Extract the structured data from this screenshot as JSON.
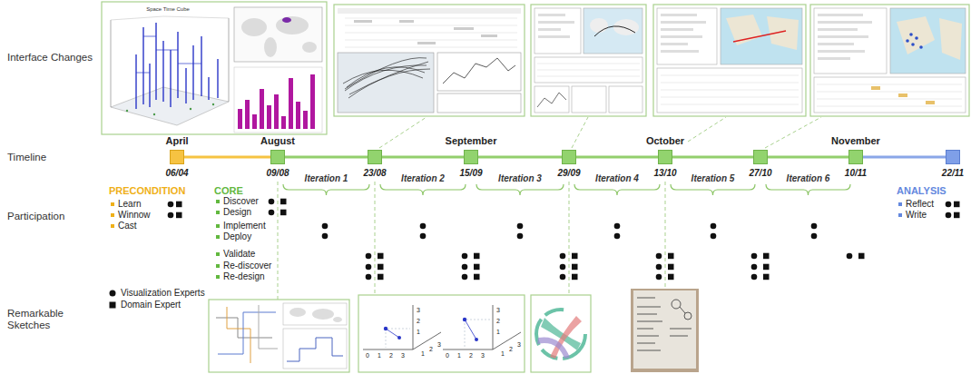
{
  "diagram": {
    "nodes": [
      {
        "text": [
          "April",
          "06/04"
        ]
      },
      {
        "text": [
          "August",
          "09/08"
        ]
      },
      {
        "text": [
          "23/08"
        ]
      },
      {
        "text": [
          "September",
          "15/09"
        ]
      },
      {
        "text": [
          "29/09"
        ]
      },
      {
        "text": [
          "October",
          "13/10"
        ]
      },
      {
        "text": [
          "27/10"
        ]
      },
      {
        "text": [
          "November",
          "10/11"
        ]
      },
      {
        "text": [
          "22/11"
        ]
      }
    ],
    "edges": [
      {
        "from": 0,
        "to": 1,
        "arrow": "none"
      },
      {
        "from": 1,
        "to": 2,
        "arrow": "none"
      },
      {
        "from": 2,
        "to": 3,
        "arrow": "none"
      },
      {
        "from": 3,
        "to": 4,
        "arrow": "none"
      },
      {
        "from": 4,
        "to": 5,
        "arrow": "none"
      },
      {
        "from": 5,
        "to": 6,
        "arrow": "none"
      },
      {
        "from": 6,
        "to": 7,
        "arrow": "none"
      },
      {
        "from": 7,
        "to": 8,
        "arrow": "none"
      }
    ],
    "labels": [
      "Interface Changes",
      "Timeline",
      "Participation",
      "Remarkable Sketches",
      "PRECONDITION",
      "Learn",
      "Winnow",
      "Cast",
      "CORE",
      "Discover",
      "Design",
      "Implement",
      "Deploy",
      "Validate",
      "Re-discover",
      "Re-design",
      "ANALYSIS",
      "Reflect",
      "Write",
      "Iteration 1",
      "Iteration 2",
      "Iteration 3",
      "Iteration 4",
      "Iteration 5",
      "Iteration 6",
      "Space Time Cube",
      "3",
      "2",
      "1",
      "0",
      "1",
      "2",
      "3",
      "1",
      "2",
      "3",
      "3",
      "2",
      "1",
      "0",
      "1",
      "2",
      "3",
      "1",
      "2",
      "3"
    ],
    "legend": [
      {
        "text": "Visualization Experts"
      },
      {
        "text": "Domain Expert"
      }
    ]
  }
}
